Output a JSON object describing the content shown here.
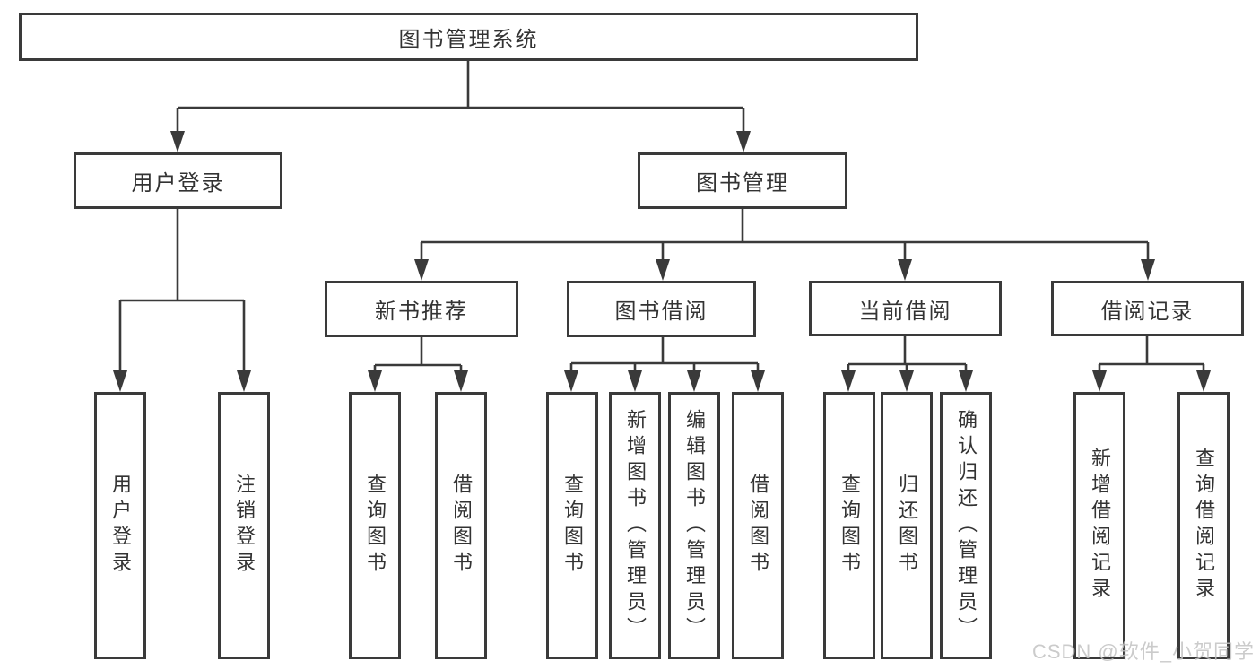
{
  "colors": {
    "line": "#3a3a3a",
    "text": "#333333",
    "watermark": "#c2c2c2",
    "background": "#ffffff"
  },
  "watermark": {
    "text": "CSDN @软件_小贺同学"
  },
  "tree": {
    "label": "图书管理系统",
    "children": [
      {
        "label": "用户登录",
        "children": [
          {
            "label": "用户登录"
          },
          {
            "label": "注销登录"
          }
        ]
      },
      {
        "label": "图书管理",
        "children": [
          {
            "label": "新书推荐",
            "children": [
              {
                "label": "查询图书"
              },
              {
                "label": "借阅图书"
              }
            ]
          },
          {
            "label": "图书借阅",
            "children": [
              {
                "label": "查询图书"
              },
              {
                "label": "新增图书（管理员）"
              },
              {
                "label": "编辑图书（管理员）"
              },
              {
                "label": "借阅图书"
              }
            ]
          },
          {
            "label": "当前借阅",
            "children": [
              {
                "label": "查询图书"
              },
              {
                "label": "归还图书"
              },
              {
                "label": "确认归还（管理员）"
              }
            ]
          },
          {
            "label": "借阅记录",
            "children": [
              {
                "label": "新增借阅记录"
              },
              {
                "label": "查询借阅记录"
              }
            ]
          }
        ]
      }
    ]
  }
}
